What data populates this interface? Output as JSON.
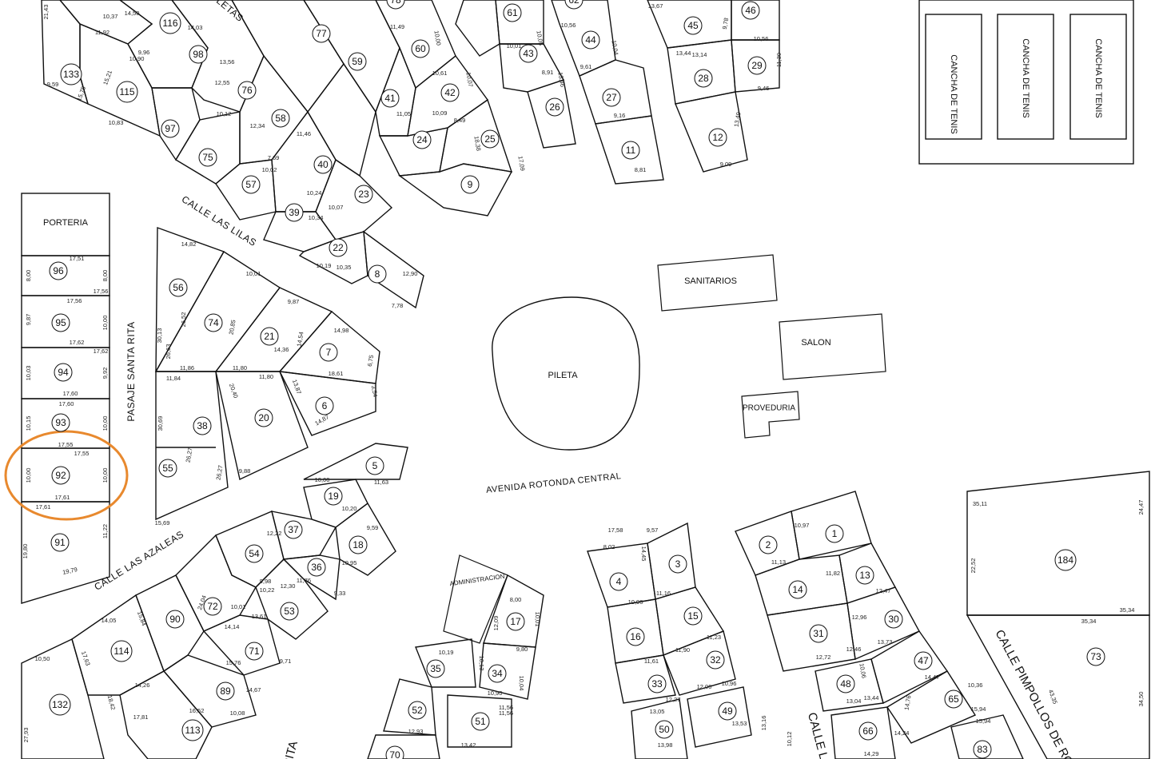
{
  "streets": {
    "lilas": "CALLE LAS LILAS",
    "azaleas": "CALLE LAS AZALEAS",
    "santa_rita": "PASAJE SANTA RITA",
    "rotonda": "AVENIDA ROTONDA CENTRAL",
    "pimpollos": "CALLE PIMPOLLOS DE ROS",
    "top_arc": "LETAS",
    "calle_lo": "CALLE LO",
    "rita_bottom": "RITA"
  },
  "facilities": {
    "porteria": "PORTERIA",
    "sanitarios": "SANITARIOS",
    "salon": "SALON",
    "proveduria": "PROVEDURIA",
    "pileta": "PILETA",
    "administracion": "ADMINISTRACION",
    "tenis1": "CANCHA DE TENIS",
    "tenis2": "CANCHA DE TENIS",
    "tenis3": "CANCHA DE TENIS"
  },
  "lots": [
    {
      "id": "96",
      "label": "96"
    },
    {
      "id": "95",
      "label": "95"
    },
    {
      "id": "94",
      "label": "94"
    },
    {
      "id": "93",
      "label": "93"
    },
    {
      "id": "92",
      "label": "92"
    },
    {
      "id": "91",
      "label": "91"
    },
    {
      "id": "133",
      "label": "133"
    },
    {
      "id": "116",
      "label": "116"
    },
    {
      "id": "115",
      "label": "115"
    },
    {
      "id": "98",
      "label": "98"
    },
    {
      "id": "97",
      "label": "97"
    },
    {
      "id": "76",
      "label": "76"
    },
    {
      "id": "75",
      "label": "75"
    },
    {
      "id": "58",
      "label": "58"
    },
    {
      "id": "57",
      "label": "57"
    },
    {
      "id": "77",
      "label": "77"
    },
    {
      "id": "59",
      "label": "59"
    },
    {
      "id": "60",
      "label": "60"
    },
    {
      "id": "41",
      "label": "41"
    },
    {
      "id": "42",
      "label": "42"
    },
    {
      "id": "40",
      "label": "40"
    },
    {
      "id": "39",
      "label": "39"
    },
    {
      "id": "23",
      "label": "23"
    },
    {
      "id": "24",
      "label": "24"
    },
    {
      "id": "25",
      "label": "25"
    },
    {
      "id": "9",
      "label": "9"
    },
    {
      "id": "22",
      "label": "22"
    },
    {
      "id": "8",
      "label": "8"
    },
    {
      "id": "61",
      "label": "61"
    },
    {
      "id": "43",
      "label": "43"
    },
    {
      "id": "26",
      "label": "26"
    },
    {
      "id": "44",
      "label": "44"
    },
    {
      "id": "27",
      "label": "27"
    },
    {
      "id": "11",
      "label": "11"
    },
    {
      "id": "45",
      "label": "45"
    },
    {
      "id": "46",
      "label": "46"
    },
    {
      "id": "28",
      "label": "28"
    },
    {
      "id": "29",
      "label": "29"
    },
    {
      "id": "12",
      "label": "12"
    },
    {
      "id": "56",
      "label": "56"
    },
    {
      "id": "74",
      "label": "74"
    },
    {
      "id": "21",
      "label": "21"
    },
    {
      "id": "7",
      "label": "7"
    },
    {
      "id": "38",
      "label": "38"
    },
    {
      "id": "20",
      "label": "20"
    },
    {
      "id": "6",
      "label": "6"
    },
    {
      "id": "55",
      "label": "55"
    },
    {
      "id": "5",
      "label": "5"
    },
    {
      "id": "19",
      "label": "19"
    },
    {
      "id": "37",
      "label": "37"
    },
    {
      "id": "18",
      "label": "18"
    },
    {
      "id": "54",
      "label": "54"
    },
    {
      "id": "36",
      "label": "36"
    },
    {
      "id": "72",
      "label": "72"
    },
    {
      "id": "53",
      "label": "53"
    },
    {
      "id": "90",
      "label": "90"
    },
    {
      "id": "71",
      "label": "71"
    },
    {
      "id": "114",
      "label": "114"
    },
    {
      "id": "89",
      "label": "89"
    },
    {
      "id": "132",
      "label": "132"
    },
    {
      "id": "113",
      "label": "113"
    },
    {
      "id": "17",
      "label": "17"
    },
    {
      "id": "35",
      "label": "35"
    },
    {
      "id": "34",
      "label": "34"
    },
    {
      "id": "52",
      "label": "52"
    },
    {
      "id": "51",
      "label": "51"
    },
    {
      "id": "70",
      "label": "70"
    },
    {
      "id": "4",
      "label": "4"
    },
    {
      "id": "3",
      "label": "3"
    },
    {
      "id": "16",
      "label": "16"
    },
    {
      "id": "15",
      "label": "15"
    },
    {
      "id": "33",
      "label": "33"
    },
    {
      "id": "32",
      "label": "32"
    },
    {
      "id": "50",
      "label": "50"
    },
    {
      "id": "49",
      "label": "49"
    },
    {
      "id": "2",
      "label": "2"
    },
    {
      "id": "1",
      "label": "1"
    },
    {
      "id": "14",
      "label": "14"
    },
    {
      "id": "13",
      "label": "13"
    },
    {
      "id": "31",
      "label": "31"
    },
    {
      "id": "30",
      "label": "30"
    },
    {
      "id": "48",
      "label": "48"
    },
    {
      "id": "47",
      "label": "47"
    },
    {
      "id": "66",
      "label": "66"
    },
    {
      "id": "65",
      "label": "65"
    },
    {
      "id": "83",
      "label": "83"
    },
    {
      "id": "184",
      "label": "184"
    },
    {
      "id": "73",
      "label": "73"
    },
    {
      "id": "62",
      "label": "62"
    },
    {
      "id": "78",
      "label": "78"
    }
  ],
  "dims": {
    "d96t": "17,51",
    "d96l": "8,00",
    "d96r": "8,00",
    "d95t": "17,56",
    "d95l": "9,87",
    "d95r": "10,00",
    "d94t": "17,62",
    "d94t2": "17,62",
    "d94l": "10,03",
    "d94r": "9,92",
    "d93t": "17,60",
    "d93t2": "17,60",
    "d93l": "10,15",
    "d93r": "10,00",
    "d92t": "17,55",
    "d92t2": "17,55",
    "d92l": "10,00",
    "d92r": "10,00",
    "d92b": "17,61",
    "d92b2": "17,61",
    "d91l": "19,80",
    "d91r": "11,22",
    "d91b": "19,79",
    "d1": "14,82",
    "d2": "26,52",
    "d3": "30,13",
    "d4": "26,63",
    "d5": "11,86",
    "d6": "11,80",
    "d7": "11,80",
    "d8": "18,61",
    "d9": "11,84",
    "d10": "30,69",
    "d11": "26,27",
    "d12": "20,40",
    "d13": "20,85",
    "d14": "10,01",
    "d15": "9,87",
    "d16": "14,98",
    "d17": "14,36",
    "d18": "14,54",
    "d19": "13,87",
    "d20": "14,87",
    "d21": "6,75",
    "d22": "3,54",
    "d23": "15,69",
    "d24": "9,88",
    "d25": "26,27",
    "d26": "35,11",
    "d27": "24,47",
    "d28": "22,52",
    "d29": "35,34",
    "d30": "35,34",
    "d31": "43,35",
    "d32": "34,50",
    "d33": "10,50",
    "d34": "17,63",
    "d35": "27,93",
    "d36": "18,42",
    "d37": "14,05",
    "d38": "15,84",
    "d39": "14,26",
    "d40": "17,81",
    "d41": "9,57",
    "d42": "17,58",
    "d43": "8,02",
    "d44": "14,45",
    "d45": "10,90",
    "d46": "11,16",
    "d47": "11,61",
    "d48": "12,27",
    "d49": "13,05",
    "d50": "13,98",
    "d51": "8,00",
    "d52": "12,09",
    "d53": "10,01",
    "d54": "10,19",
    "d55": "10,13",
    "d56": "10,04",
    "d57": "11,56",
    "d58": "13,42",
    "d59": "10,97",
    "d60": "11,13",
    "d61": "11,82",
    "d62": "12,96",
    "d63": "12,47",
    "d64": "13,73",
    "d65": "14,47",
    "d66": "14,76",
    "d67": "9,59",
    "d68": "15,75",
    "d69": "10,83",
    "d70": "21,43",
    "d71": "10,37",
    "d72": "14,50",
    "d73": "11,92",
    "d74": "10,90",
    "d75": "15,21",
    "d76": "9,96",
    "d77": "14,03",
    "d78": "13,56",
    "d79": "12,55",
    "d80": "10,12",
    "d81": "12,34",
    "d82": "7,69",
    "d83": "10,02",
    "d84": "11,46",
    "d85": "10,24",
    "d86": "10,07",
    "d87": "10,34",
    "d88": "10,19",
    "d89": "10,35",
    "d90": "12,90",
    "d91": "7,78",
    "d92": "11,49",
    "d93": "10,00",
    "d94": "10,61",
    "d95": "10,07",
    "d96": "11,05",
    "d97": "10,09",
    "d98": "8,49",
    "d99": "18,38",
    "d100": "17,09",
    "d101": "10,01",
    "d102": "10,05",
    "d103": "8,91",
    "d104": "13,46",
    "d105": "10,56",
    "d106": "10,04",
    "d107": "9,61",
    "d108": "9,16",
    "d109": "8,81",
    "d110": "13,67",
    "d111": "13,44",
    "d112": "13,14",
    "d113": "9,78",
    "d114": "10,56",
    "d115": "11,30",
    "d116": "9,46",
    "d117": "9,09",
    "d118": "13,49",
    "d119": "24,04",
    "d120": "14,14",
    "d121": "13,61",
    "d122": "12,30",
    "d123": "11,76",
    "d124": "9,33",
    "d125": "10,95",
    "d126": "9,59",
    "d127": "11,63",
    "d128": "10,00",
    "d129": "10,20",
    "d130": "12,22",
    "d131": "9,98",
    "d132": "10,22",
    "d133": "10,01",
    "d134": "15,76",
    "d135": "14,67",
    "d136": "10,08",
    "d137": "16,52",
    "d138": "15,94",
    "d139": "12,04",
    "d140": "10,36",
    "d141": "15,94",
    "d142": "10,06",
    "d143": "12,72",
    "d144": "12,46",
    "d145": "13,04",
    "d146": "13,44",
    "d147": "14,29",
    "d148": "14,24",
    "d149": "12,00",
    "d150": "11,23",
    "d151": "11,90",
    "d152": "10,96",
    "d153": "13,53",
    "d154": "13,16",
    "d155": "10,12",
    "d156": "9,80",
    "d157": "10,90",
    "d158": "11,56",
    "d159": "12,93",
    "d160": "10,19",
    "d161": "9,71",
    "d162": "19,79"
  }
}
